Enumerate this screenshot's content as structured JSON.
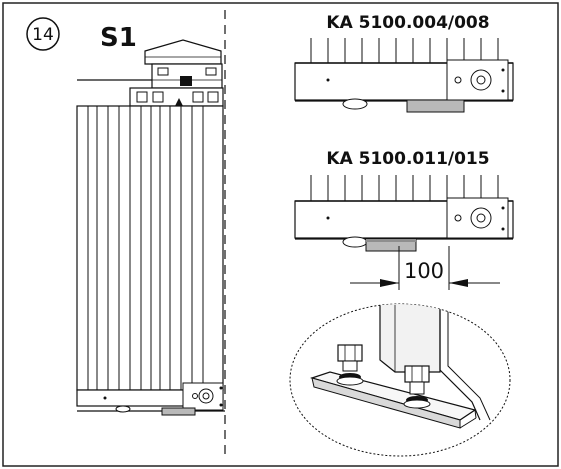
{
  "step": {
    "number": "14",
    "label": "S1"
  },
  "views": [
    {
      "model": "KA 5100.004/008"
    },
    {
      "model": "KA 5100.011/015"
    }
  ],
  "dimension": {
    "value": "100"
  },
  "colors": {
    "ink": "#111111",
    "gray_fill": "#b9b9b9",
    "light_fill": "#f2f2f2",
    "frame": "#222222"
  }
}
